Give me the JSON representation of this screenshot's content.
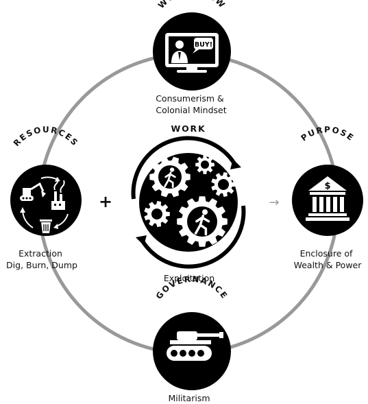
{
  "colors": {
    "node": "#000000",
    "ring": "#999999",
    "icon": "#ffffff",
    "text": "#111111",
    "arrow": "#999999"
  },
  "worldview": {
    "title": "WORLDVIEW",
    "icon": "tv-salesman-icon",
    "speech_text": "BUY!",
    "caption": [
      "Consumerism &",
      "Colonial Mindset"
    ]
  },
  "resources": {
    "title": "RESOURCES",
    "icon": "excavator-factory-trash-icon",
    "caption": [
      "Extraction",
      "Dig, Burn, Dump"
    ]
  },
  "work": {
    "title": "WORK",
    "icon": "gears-running-people-icon",
    "caption": [
      "Exploitation"
    ]
  },
  "purpose": {
    "title": "PURPOSE",
    "icon": "bank-dollar-icon",
    "bank_symbol": "$",
    "caption": [
      "Enclosure of",
      "Wealth & Power"
    ]
  },
  "governance": {
    "title": "GOVERNANCE",
    "icon": "tank-icon",
    "caption": [
      "Militarism"
    ]
  },
  "connectors": {
    "plus": "+",
    "arrow": "→"
  }
}
